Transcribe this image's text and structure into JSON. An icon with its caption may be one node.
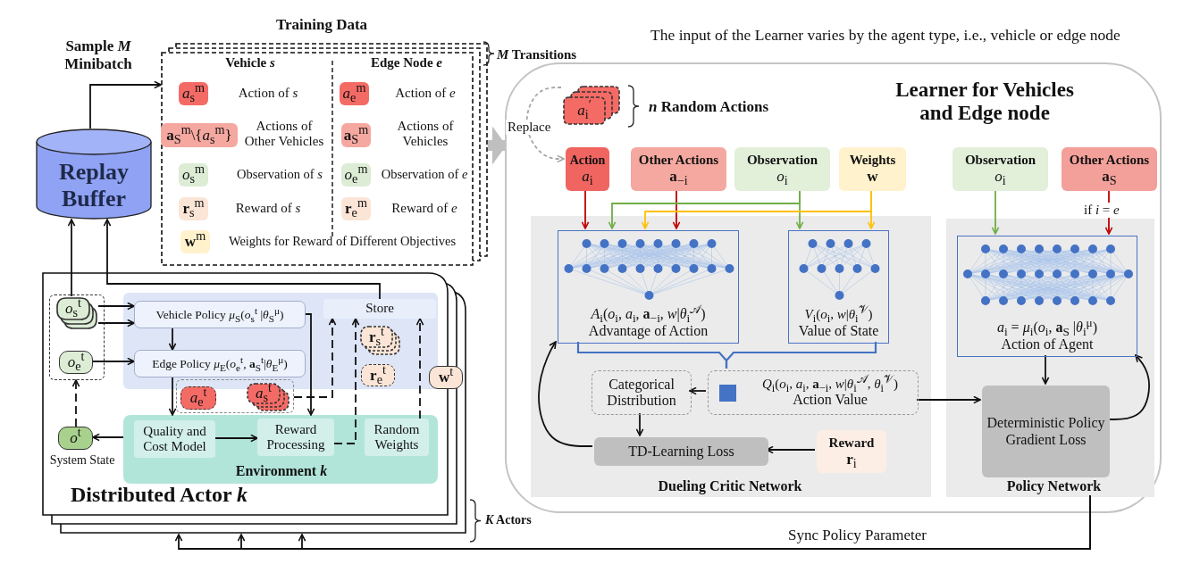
{
  "diagram": {
    "title": "The input of the Learner varies by the agent type, i.e., vehicle or edge node",
    "nodes": [
      {
        "text": [
          "Replay Buffer"
        ]
      },
      {
        "text": [
          "Training Data"
        ],
        "beside": [
          "*M* Transitions"
        ]
      },
      {
        "text": [
          "*a*$_{s}$$^{m}$"
        ],
        "in": 1,
        "beside": [
          "Action of *s*"
        ]
      },
      {
        "text": [
          "*a*$_{e}$$^{m}$"
        ],
        "in": 1,
        "beside": [
          "Action of *e*"
        ]
      },
      {
        "text": [
          "**a**$_{S}$$^{m}$\\{*a*$_{s}$$^{m}$}"
        ],
        "in": 1,
        "beside": [
          "Actions of Other Vehicles"
        ]
      },
      {
        "text": [
          "**a**$_{S}$$^{m}$"
        ],
        "in": 1,
        "beside": [
          "Actions of Vehicles"
        ]
      },
      {
        "text": [
          "*o*$_{s}$$^{m}$"
        ],
        "in": 1,
        "beside": [
          "Observation of *s*"
        ]
      },
      {
        "text": [
          "*o*$_{e}$$^{m}$"
        ],
        "in": 1,
        "beside": [
          "Observation of *e*"
        ]
      },
      {
        "text": [
          "**r**$_{s}$$^{m}$"
        ],
        "in": 1,
        "beside": [
          "Reward of *s*"
        ]
      },
      {
        "text": [
          "**r**$_{e}$$^{m}$"
        ],
        "in": 1,
        "beside": [
          "Reward of *e*"
        ]
      },
      {
        "text": [
          "**w**$^{m}$"
        ],
        "in": 1,
        "beside": [
          "Weights for Reward of Different Objectives"
        ]
      },
      {
        "text": [
          "Distributed Actor *k*"
        ],
        "beside": [
          "*K* Actors"
        ]
      },
      {
        "text": [],
        "shape": "box",
        "in": 11
      },
      {
        "text": [
          "*o*$_{s}$$^{t}$"
        ],
        "in": 12
      },
      {
        "text": [
          "*o*$_{e}$$^{t}$"
        ],
        "in": 12
      },
      {
        "text": [
          "*o*$^{t}$"
        ],
        "in": 11,
        "beside": [
          "System State"
        ]
      },
      {
        "text": [],
        "shape": "box",
        "in": 11
      },
      {
        "text": [
          "Vehicle Policy *μ*$_{S}$(*o*$_{s}$$^{t}$ |*θ*$_{S}$$^{μ}$)"
        ],
        "in": 16
      },
      {
        "text": [
          "Edge Policy *μ*$_{E}$(*o*$_{e}$$^{t}$, **a**$_{S}$$^{t}$|*θ*$_{E}$$^{μ}$)"
        ],
        "in": 16
      },
      {
        "text": [
          "Store"
        ],
        "in": 16
      },
      {
        "text": [
          "**r**$_{s}$$^{t}$"
        ],
        "in": 16
      },
      {
        "text": [
          "**r**$_{e}$$^{t}$"
        ],
        "in": 16
      },
      {
        "text": [],
        "shape": "box",
        "in": 11
      },
      {
        "text": [
          "*a*$_{e}$$^{t}$"
        ],
        "in": 22
      },
      {
        "text": [
          "*a*$_{s}$$^{t}$"
        ],
        "in": 22
      },
      {
        "text": [
          "**w**$^{t}$"
        ],
        "in": 11
      },
      {
        "text": [
          "Environment *k*"
        ],
        "in": 11
      },
      {
        "text": [
          "Quality and Cost Model"
        ],
        "in": 26
      },
      {
        "text": [
          "Reward Processing"
        ],
        "in": 26
      },
      {
        "text": [
          "Random Weights"
        ],
        "in": 26
      },
      {
        "text": [
          "Learner for Vehicles and Edge node"
        ]
      },
      {
        "text": [
          "*a*$_{i}$$^{′}$"
        ],
        "in": 30,
        "beside": [
          "*n* Random Actions"
        ]
      },
      {
        "text": [
          "Action",
          "*a*$_{i}$"
        ],
        "in": 30
      },
      {
        "text": [
          "Other Actions",
          "**a**$_{−i}$"
        ],
        "in": 30
      },
      {
        "text": [
          "Observation",
          "*o*$_{i}$"
        ],
        "in": 30
      },
      {
        "text": [
          "Weights",
          "**w**"
        ],
        "in": 30
      },
      {
        "text": [
          "Observation",
          "*o*$_{i}$"
        ],
        "in": 30
      },
      {
        "text": [
          "Other Actions",
          "**a**$_{S}$"
        ],
        "in": 30
      },
      {
        "text": [
          "Dueling Critic Network"
        ],
        "in": 30
      },
      {
        "text": [
          "*A*$_{i}$(*o*$_{i}$, *a*$_{i}$, **a**$_{−i}$, *w*|*θ*$_{i}$$^{𝒜}$)",
          "Advantage of Action"
        ],
        "in": 38
      },
      {
        "text": [
          "*V*$_{i}$(*o*$_{i}$, *w*|*θ*$_{i}$$^{𝒱}$)",
          "Value of State"
        ],
        "in": 38
      },
      {
        "text": [
          "Categorical Distribution"
        ],
        "in": 38
      },
      {
        "text": [
          "*Q*$_{i}$(*o*$_{i}$, *a*$_{i}$, **a**$_{−i}$, *w*|*θ*$_{i}$$^{𝒜}$, *θ*$_{i}$$^{𝒱}$)",
          "Action Value"
        ],
        "in": 38
      },
      {
        "text": [
          "TD-Learning Loss"
        ],
        "in": 38
      },
      {
        "text": [
          "Reward",
          "**r**$_{i}$"
        ],
        "in": 38
      },
      {
        "text": [
          "Policy Network"
        ],
        "in": 30
      },
      {
        "text": [
          "*a*$_{i}$ = *μ*$_{i}$(*o*$_{i}$, **a**$_{S}$ |*θ*$_{i}$$^{μ}$)",
          "Action of Agent"
        ],
        "in": 45
      },
      {
        "text": [
          "Deterministic Policy Gradient Loss"
        ],
        "in": 45
      }
    ],
    "edges": [
      {
        "from": 0,
        "to": 1,
        "arrow": "to",
        "label": "Sample *M* Minibatch"
      },
      {
        "from": 1,
        "to": 30,
        "arrow": "to",
        "style": "thick",
        "color": "#bfbfbf"
      },
      {
        "from": 13,
        "to": 0,
        "arrow": "to"
      },
      {
        "from": 19,
        "to": 0,
        "arrow": "to"
      },
      {
        "from": 13,
        "to": 17,
        "arrow": "to"
      },
      {
        "from": 13,
        "to": 17,
        "arrow": "to"
      },
      {
        "from": 14,
        "to": 18,
        "arrow": "to"
      },
      {
        "from": 17,
        "to": 18,
        "arrow": "to"
      },
      {
        "from": 17,
        "to": 26,
        "arrow": "to"
      },
      {
        "from": 18,
        "to": 26,
        "arrow": "to"
      },
      {
        "from": 22,
        "to": 19,
        "arrow": "to",
        "style": "dashed"
      },
      {
        "from": 28,
        "to": 19,
        "arrow": "to",
        "style": "dashed"
      },
      {
        "from": 29,
        "to": 19,
        "arrow": "to",
        "style": "dashed"
      },
      {
        "from": 26,
        "to": 15,
        "arrow": "to"
      },
      {
        "from": 15,
        "to": 12,
        "arrow": "to",
        "style": "dashed"
      },
      {
        "from": 27,
        "to": 28,
        "arrow": "to"
      },
      {
        "from": 45,
        "to": 11,
        "arrow": "to",
        "label": "Sync Policy Parameter"
      },
      {
        "from": 45,
        "to": 11,
        "arrow": "to"
      },
      {
        "from": 45,
        "to": 11,
        "arrow": "to"
      },
      {
        "from": 31,
        "to": 32,
        "arrow": "to",
        "style": "dashed",
        "color": "#a6a6a6",
        "label": "Replace"
      },
      {
        "from": 32,
        "to": 39,
        "arrow": "to",
        "color": "#c00000"
      },
      {
        "from": 33,
        "to": 39,
        "arrow": "to",
        "color": "#c00000"
      },
      {
        "from": 34,
        "to": 39,
        "arrow": "to",
        "color": "#70ad47"
      },
      {
        "from": 34,
        "to": 40,
        "arrow": "to",
        "color": "#70ad47"
      },
      {
        "from": 35,
        "to": 39,
        "arrow": "to",
        "color": "#ffc000"
      },
      {
        "from": 35,
        "to": 40,
        "arrow": "to",
        "color": "#ffc000"
      },
      {
        "from": 36,
        "to": 46,
        "arrow": "to",
        "color": "#70ad47"
      },
      {
        "from": 37,
        "to": 46,
        "arrow": "to",
        "color": "#c00000",
        "label": "if *i* = *e*"
      },
      {
        "from": 39,
        "to": 42,
        "arrow": "none",
        "color": "#4472c4"
      },
      {
        "from": 40,
        "to": 42,
        "arrow": "none",
        "color": "#4472c4"
      },
      {
        "from": 42,
        "to": 41,
        "arrow": "to"
      },
      {
        "from": 41,
        "to": 43,
        "arrow": "to"
      },
      {
        "from": 44,
        "to": 43,
        "arrow": "to"
      },
      {
        "from": 43,
        "to": 39,
        "arrow": "to"
      },
      {
        "from": 42,
        "to": 47,
        "arrow": "to"
      },
      {
        "from": 46,
        "to": 47,
        "arrow": "to"
      },
      {
        "from": 47,
        "to": 46,
        "arrow": "to"
      }
    ],
    "labels": [
      "Vehicle *s*",
      "Edge Node *e*"
    ]
  }
}
